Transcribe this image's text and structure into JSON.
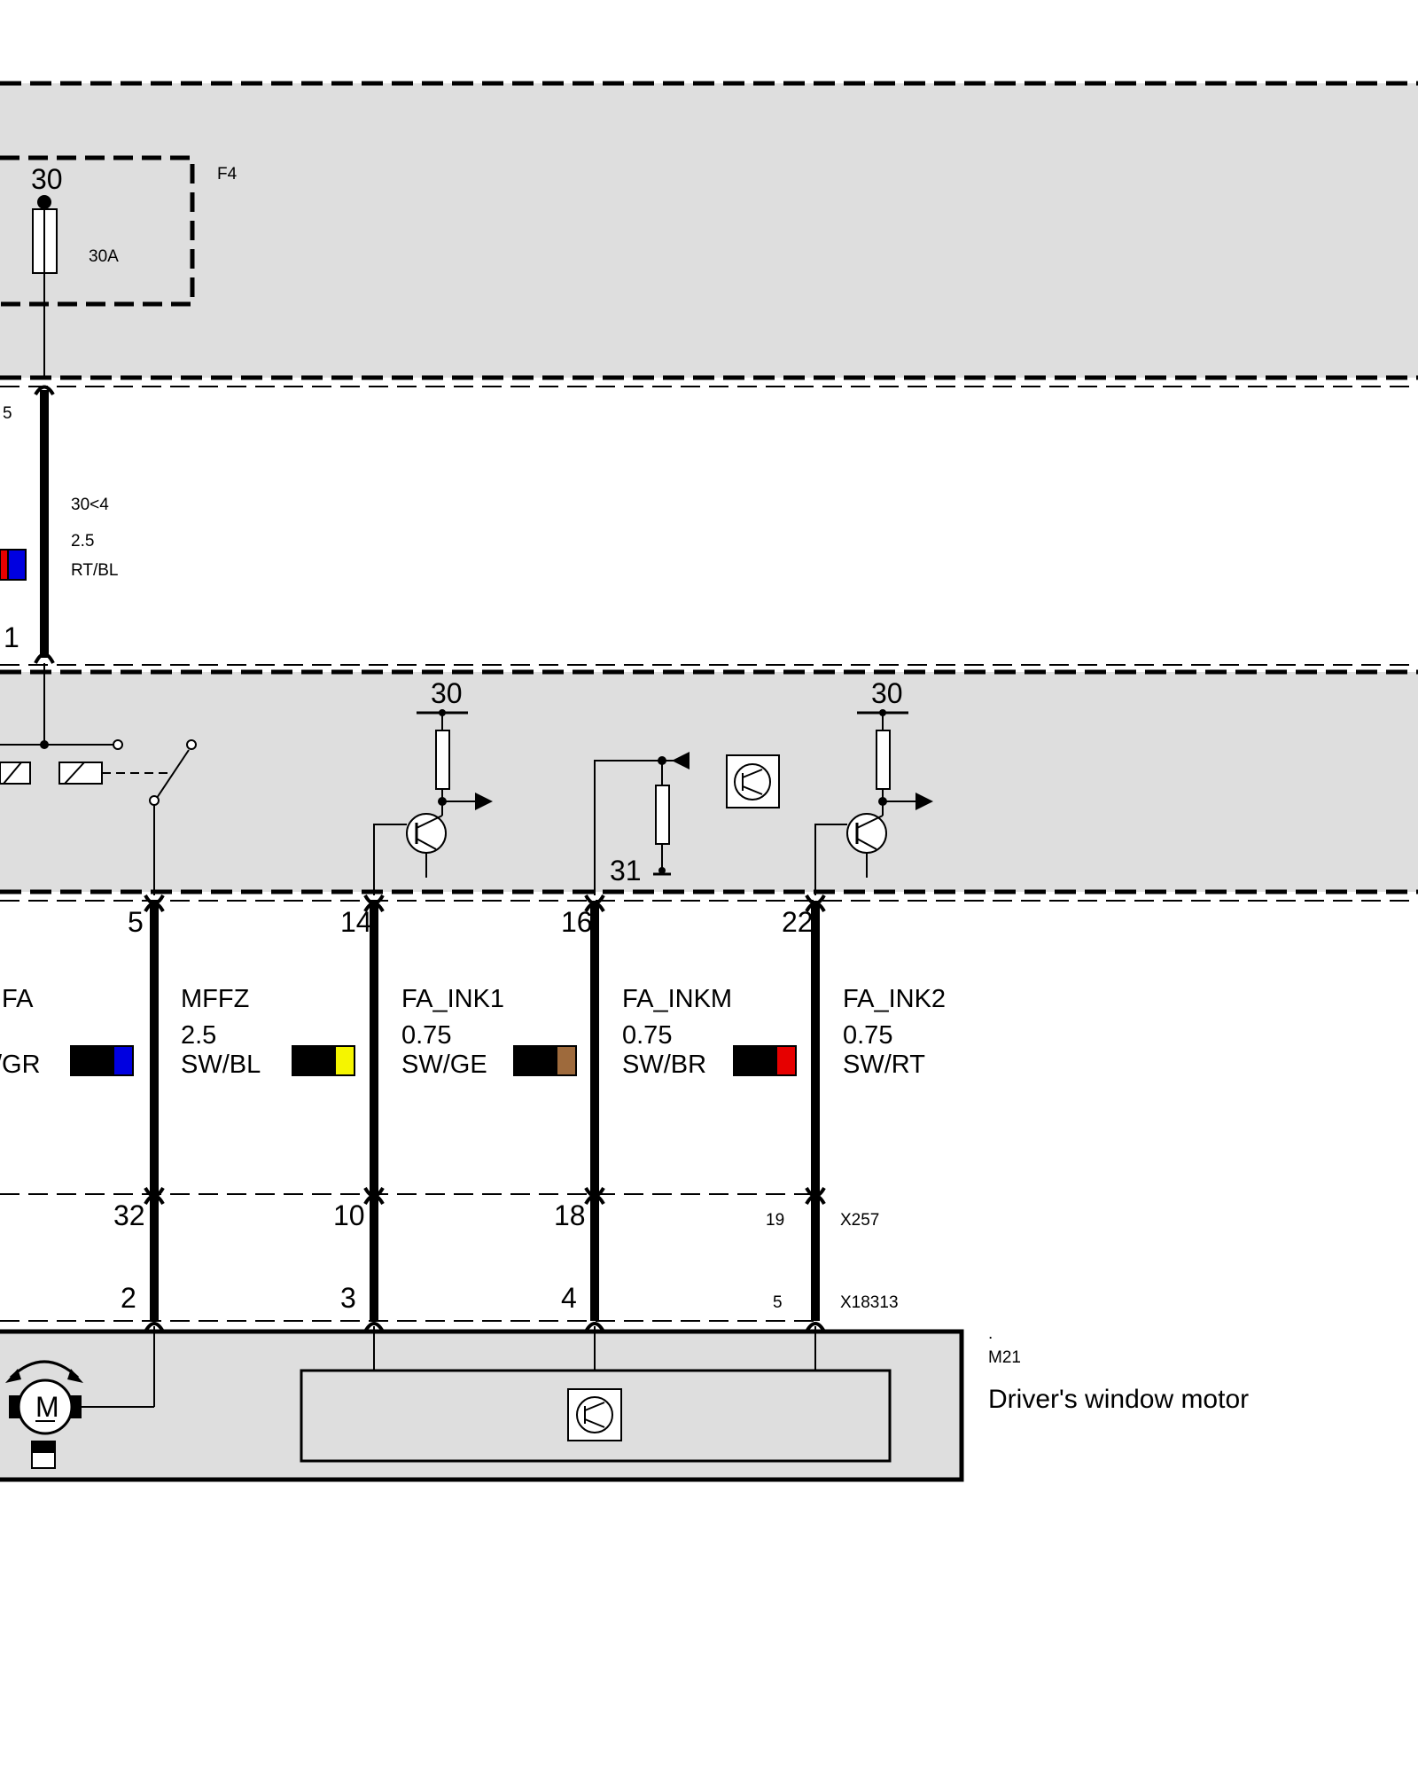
{
  "colors": {
    "panel": "#dedede",
    "line": "#000000",
    "wire_colors": {
      "RT": "#e60000",
      "BL": "#0000e0",
      "SW": "#000000",
      "GE": "#f5f500",
      "BR": "#9e6a3c",
      "GR": "#8c8c8c"
    }
  },
  "fuse": {
    "name": "F4",
    "terminal": "30",
    "rating": "30A"
  },
  "feed_wire": {
    "pin_top": "5",
    "pin_bottom": "1",
    "circuit": "30<4",
    "gauge": "2.5",
    "color_code": "RT/BL",
    "swatch": [
      "RT",
      "BL"
    ]
  },
  "module": {
    "supply_labels": [
      "30",
      "30"
    ],
    "ground_label": "31",
    "icons": [
      "relay-coil-icon",
      "switch-icon",
      "transistor-icon",
      "resistor-icon",
      "electronics-symbol-icon",
      "ground-icon"
    ]
  },
  "wires": [
    {
      "module_pin": "5",
      "name": "FA",
      "gauge": "",
      "color_code": "/GR",
      "swatch": [
        "SW",
        "BL"
      ],
      "connector_pin": "32",
      "motor_pin": "2"
    },
    {
      "module_pin": "14",
      "name": "MFFZ",
      "gauge": "2.5",
      "color_code": "SW/BL",
      "swatch": [
        "SW",
        "GE"
      ],
      "connector_pin": "10",
      "motor_pin": "3"
    },
    {
      "module_pin": "16",
      "name": "FA_INK1",
      "gauge": "0.75",
      "color_code": "SW/GE",
      "swatch": [
        "SW",
        "BR"
      ],
      "connector_pin": "18",
      "motor_pin": "4"
    },
    {
      "module_pin": "22",
      "name": "FA_INKM",
      "gauge": "0.75",
      "color_code": "SW/BR",
      "swatch": [
        "SW",
        "RT"
      ],
      "connector_pin": "19",
      "motor_pin": "5"
    },
    {
      "module_pin": "",
      "name": "FA_INK2",
      "gauge": "0.75",
      "color_code": "SW/RT",
      "swatch": [],
      "connector_pin": "",
      "motor_pin": ""
    }
  ],
  "connectors": {
    "upper": "X257",
    "lower": "X18313"
  },
  "component": {
    "dot": ".",
    "id": "M21",
    "name": "Driver's window motor",
    "motor_symbol": "M"
  }
}
